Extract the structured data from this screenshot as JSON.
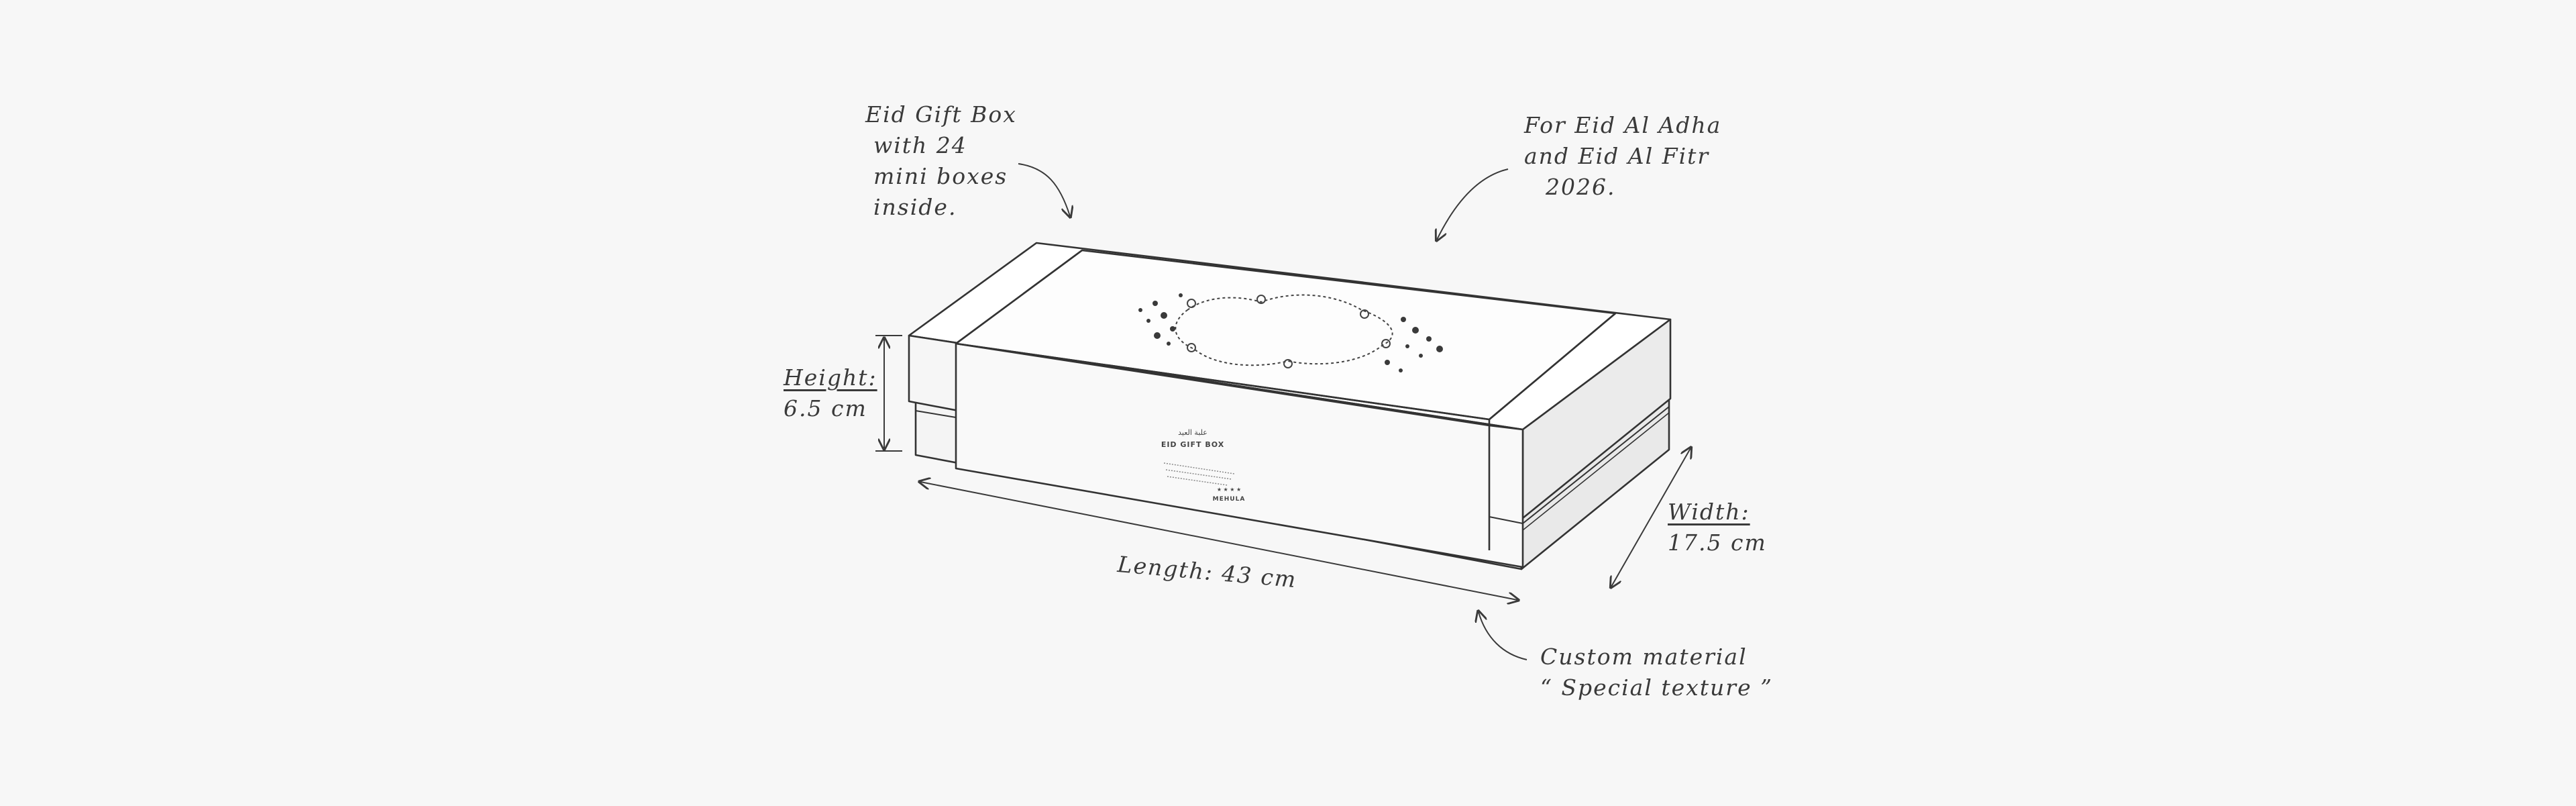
{
  "colors": {
    "background": "#f7f7f7",
    "ink": "#3a3a3a",
    "box_face_light": "#ffffff",
    "box_face_mid": "#f4f4f4",
    "box_face_dark": "#ececec"
  },
  "notes": {
    "top_left": [
      "Eid Gift Box",
      "with 24",
      "mini boxes",
      "inside."
    ],
    "top_right": [
      "For Eid Al Adha",
      "and  Eid Al Fitr",
      "2026."
    ],
    "bottom_right": [
      "Custom material",
      "“ Special texture ”"
    ]
  },
  "dimensions": {
    "height": {
      "title": "Height:",
      "value": "6.5 cm"
    },
    "length": {
      "label": "Length: 43 cm"
    },
    "width": {
      "title": "Width:",
      "value": "17.5 cm"
    }
  },
  "box_label": {
    "arabic": "علبة العيد",
    "english": "EID GIFT BOX",
    "brand": "MEHULA"
  }
}
